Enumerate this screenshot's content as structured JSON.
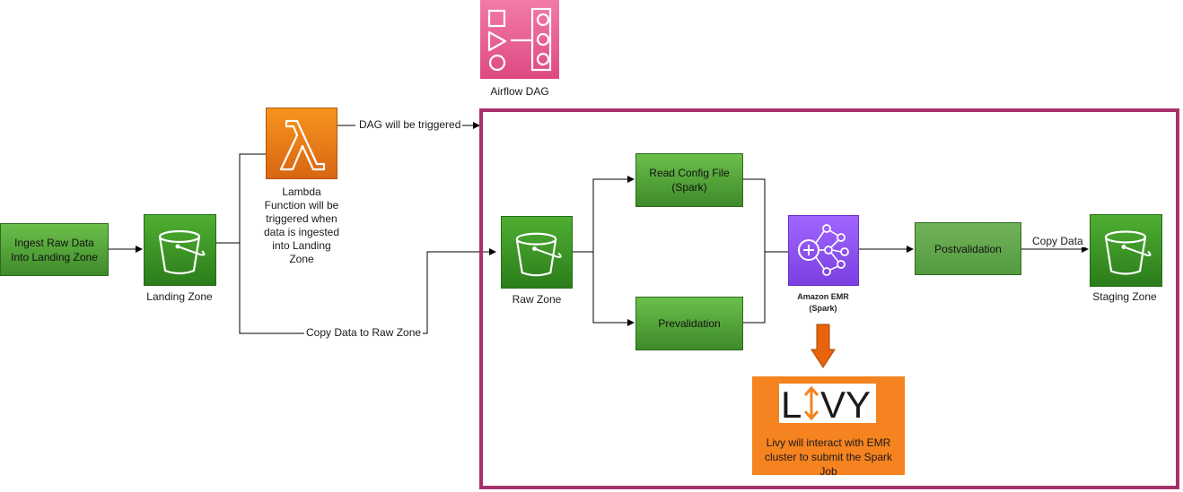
{
  "diagram": {
    "nodes": {
      "ingest": {
        "label": "Ingest Raw Data Into Landing Zone",
        "icon": "process-box"
      },
      "landing_zone": {
        "label": "Landing Zone",
        "icon": "s3-bucket-icon"
      },
      "lambda": {
        "label": "Lambda Function will be triggered when data is ingested into Landing Zone",
        "icon": "aws-lambda-icon"
      },
      "airflow": {
        "label": "Airflow DAG",
        "icon": "airflow-dag-icon"
      },
      "raw_zone": {
        "label": "Raw Zone",
        "icon": "s3-bucket-icon"
      },
      "read_config": {
        "label": "Read Config File (Spark)",
        "icon": "process-box"
      },
      "prevalidation": {
        "label": "Prevalidation",
        "icon": "process-box"
      },
      "emr": {
        "label": "Amazon EMR (Spark)",
        "icon": "amazon-emr-icon"
      },
      "postvalidation": {
        "label": "Postvalidation",
        "icon": "process-box"
      },
      "staging_zone": {
        "label": "Staging Zone",
        "icon": "s3-bucket-icon"
      },
      "livy": {
        "logo_text": "LIVY",
        "label": "Livy will interact with EMR cluster to submit the Spark Job",
        "icon": "livy-logo"
      }
    },
    "edges": {
      "dag_triggered": "DAG will be triggered",
      "copy_raw": "Copy Data to Raw Zone",
      "copy_data": "Copy Data"
    },
    "colors": {
      "green": "#3f8a2a",
      "lambda_orange": "#e8700c",
      "airflow_pink": "#e7538f",
      "emr_purple": "#8c4fff",
      "container_border": "#a7326b",
      "livy_orange": "#f5831f"
    }
  }
}
